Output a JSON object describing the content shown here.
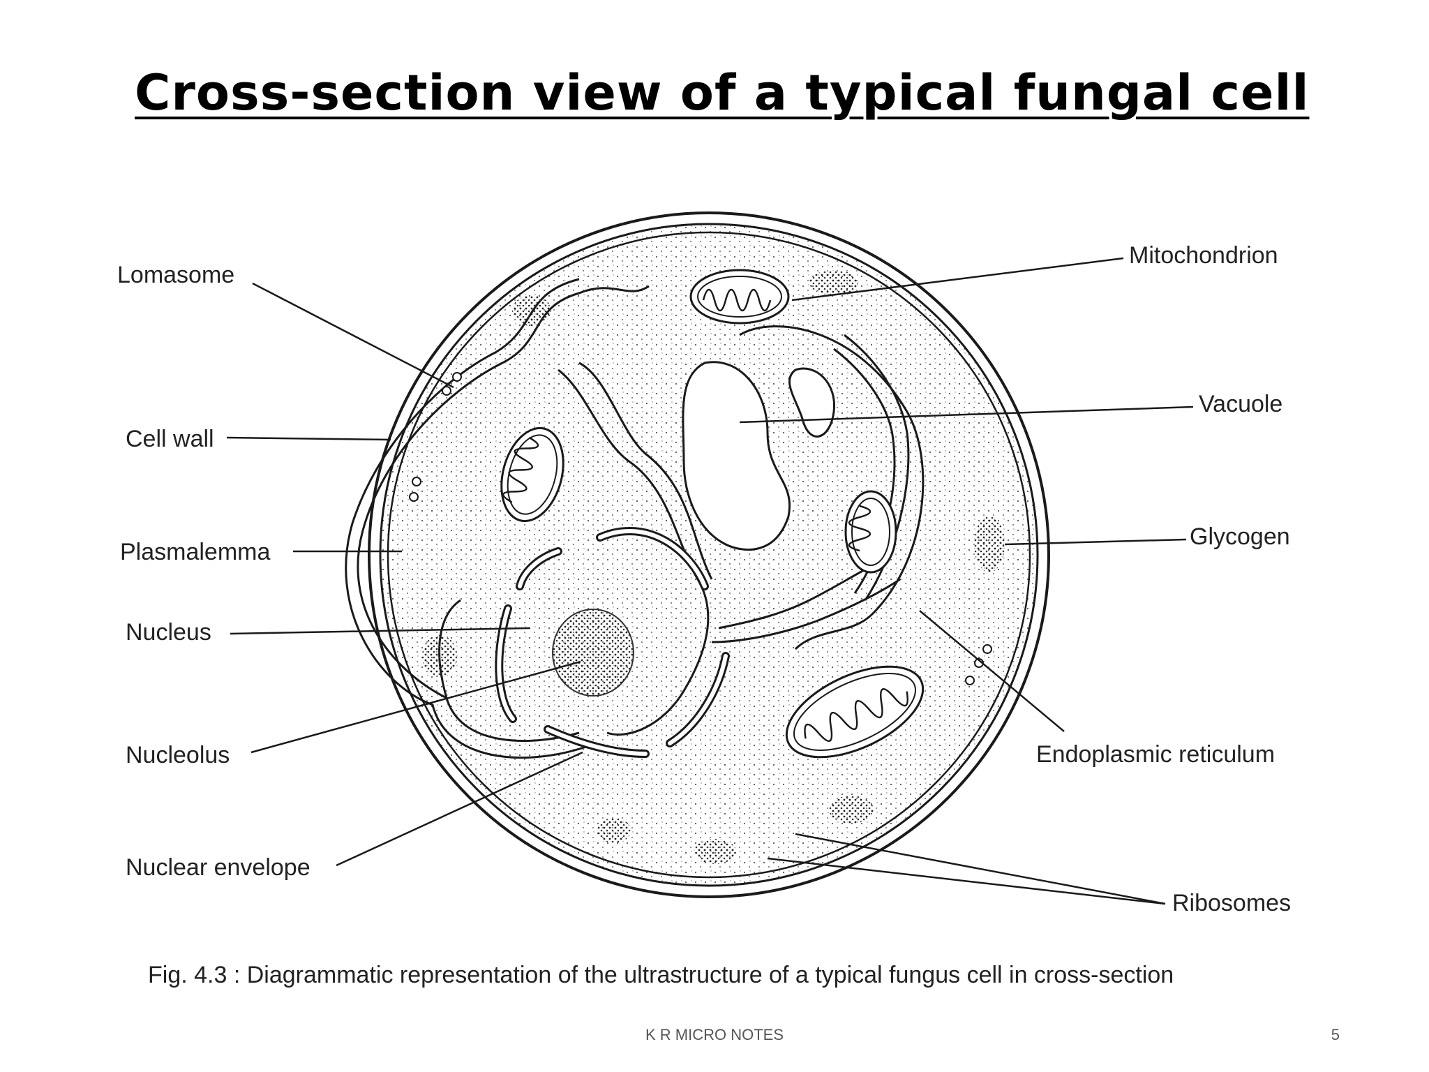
{
  "slide": {
    "title": "Cross-section view of a typical fungal cell",
    "footer": "K R MICRO NOTES",
    "page_number": "5"
  },
  "diagram": {
    "labels": {
      "lomasome": "Lomasome",
      "cell_wall": "Cell wall",
      "plasmalemma": "Plasmalemma",
      "nucleus": "Nucleus",
      "nucleolus": "Nucleolus",
      "nuclear_envelope": "Nuclear envelope",
      "mitochondrion": "Mitochondrion",
      "vacuole": "Vacuole",
      "glycogen": "Glycogen",
      "endoplasmic_reticulum": "Endoplasmic reticulum",
      "ribosomes": "Ribosomes"
    },
    "caption": "Fig. 4.3 : Diagrammatic representation of the ultrastructure of a typical fungus cell in cross-section"
  },
  "colors": {
    "ink": "#1a1a1a",
    "background": "#ffffff"
  }
}
